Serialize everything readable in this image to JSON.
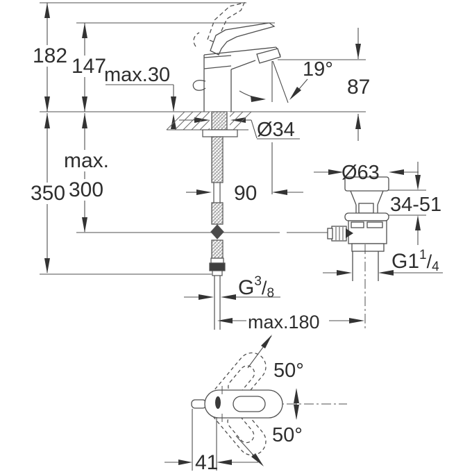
{
  "labels": {
    "height_total": "182",
    "height_to_spout_top": "147",
    "deck_thickness_max": "max.30",
    "spray_angle": "19°",
    "spout_height": "87",
    "hole_diameter": "Ø34",
    "rod_max_prefix": "max.",
    "rod_max_value": "300",
    "hose_length": "350",
    "spout_reach": "90",
    "waste_flange_diameter": "Ø63",
    "clamping_range": "34-51",
    "waste_thread": {
      "base": "G1",
      "sup": "1",
      "slash": "/",
      "sub": "4"
    },
    "supply_thread": {
      "base": "G",
      "sup": "3",
      "slash": "/",
      "sub": "8"
    },
    "reach_max": "max.180",
    "handle_swing_up": "50°",
    "handle_swing_down": "50°",
    "handle_offset": "41"
  },
  "colors": {
    "line": "#4f4f4f",
    "arrow": "#333333",
    "text": "#2e2e2e",
    "background": "#ffffff"
  }
}
